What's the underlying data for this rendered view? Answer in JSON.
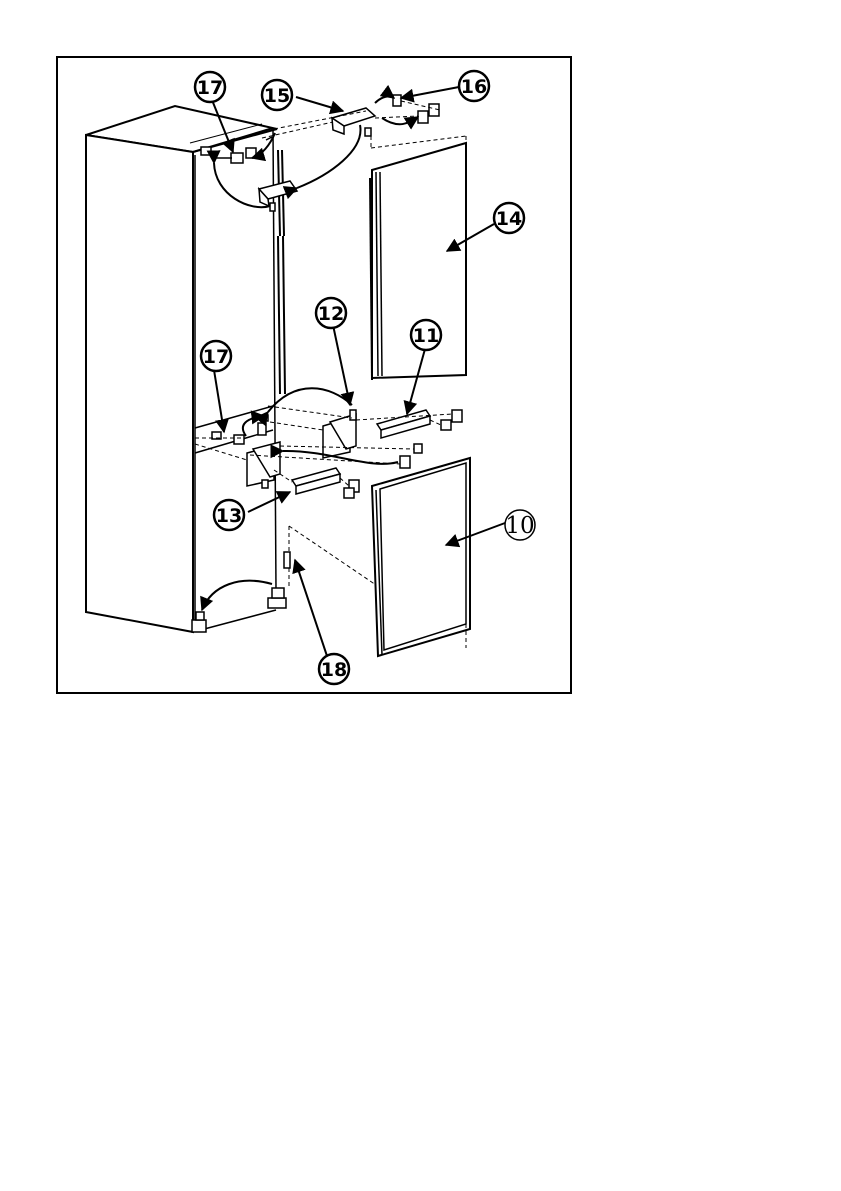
{
  "figure": {
    "callouts": [
      {
        "id": "c17a",
        "label": "17"
      },
      {
        "id": "c15",
        "label": "15"
      },
      {
        "id": "c16",
        "label": "16"
      },
      {
        "id": "c14",
        "label": "14"
      },
      {
        "id": "c12",
        "label": "12"
      },
      {
        "id": "c11",
        "label": "11"
      },
      {
        "id": "c17b",
        "label": "17"
      },
      {
        "id": "c13",
        "label": "13"
      },
      {
        "id": "c10",
        "label": "10"
      },
      {
        "id": "c18",
        "label": "18"
      }
    ]
  },
  "colors": {
    "ink": "#000000",
    "paper": "#ffffff"
  }
}
